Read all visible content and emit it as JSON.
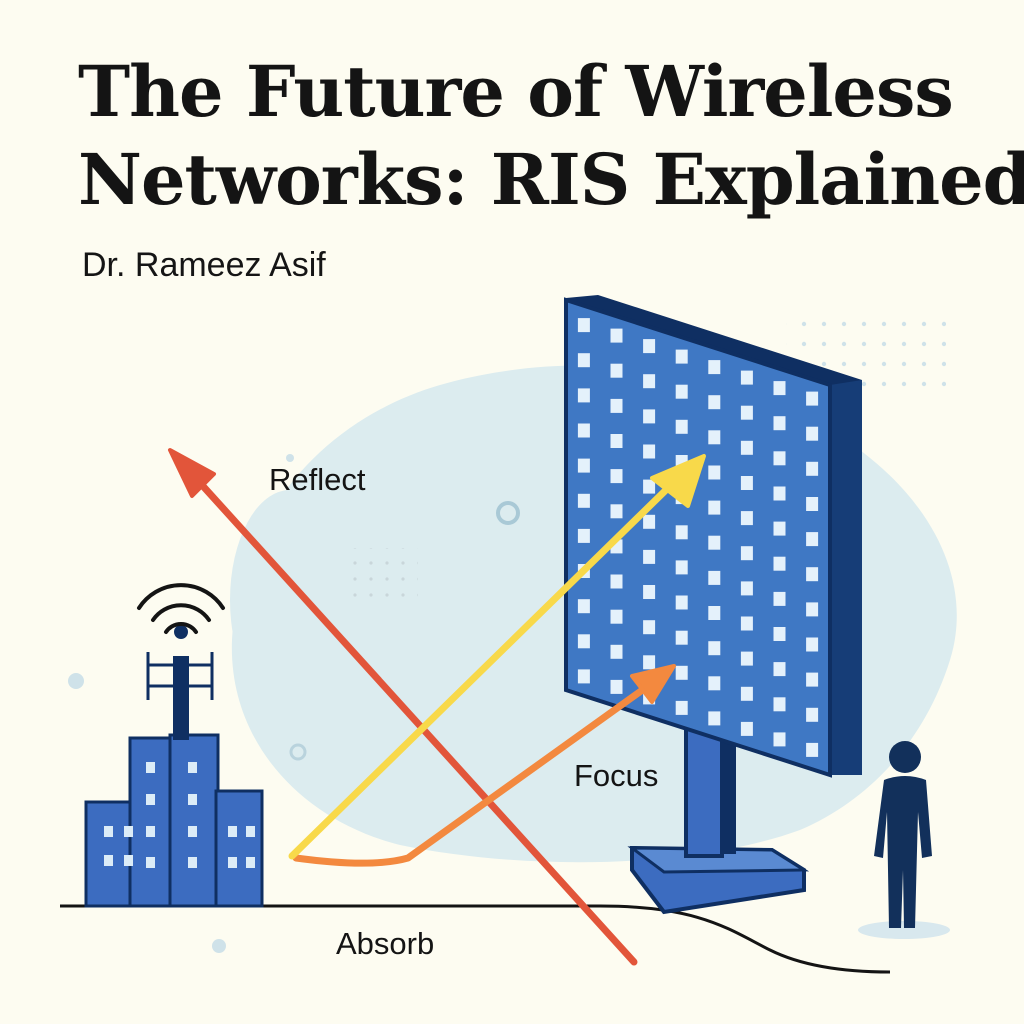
{
  "poster": {
    "title_line1": "The Future of Wireless",
    "title_line2": "Networks: RIS Explained",
    "author": "Dr. Rameez Asif"
  },
  "labels": {
    "reflect": "Reflect",
    "focus": "Focus",
    "absorb": "Absorb"
  },
  "colors": {
    "background": "#fdfcf1",
    "backdrop": "#dcecef",
    "panel_face": "#3f78c4",
    "panel_dark": "#0f2f62",
    "building": "#3c6cc0",
    "reflect_arrow": "#e2553a",
    "focus_arrow": "#f3893f",
    "incident_arrow": "#f8d94a",
    "person": "#12305b"
  },
  "icons": [
    "cell-tower-icon",
    "wifi-signal-icon",
    "building-icon",
    "ris-panel-icon",
    "person-icon"
  ]
}
